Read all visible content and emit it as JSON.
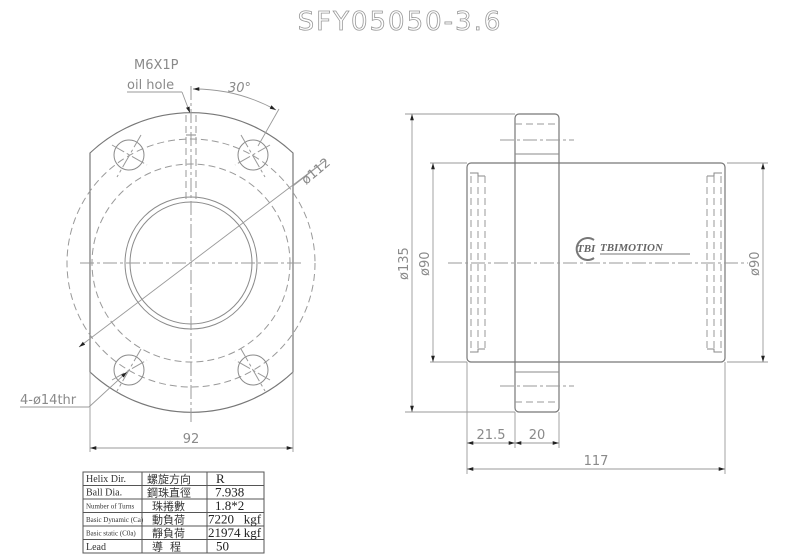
{
  "title": "SFY05050-3.6",
  "front_view": {
    "oil_hole_thread": "M6X1P",
    "oil_hole_label": "oil hole",
    "angle": "30°",
    "pcd": "ø112",
    "holes": "4-ø14thr",
    "width": "92"
  },
  "side_view": {
    "flange_dia": "ø135",
    "body_dia_left": "ø90",
    "body_dia_right": "ø90",
    "offset": "21.5",
    "flange_thickness": "20",
    "length": "117",
    "logo_mark": "TBI",
    "logo_text": "TBIMOTION"
  },
  "spec_table": {
    "rows": [
      {
        "en": "Helix  Dir.",
        "zh": "螺旋方向",
        "value": "R"
      },
      {
        "en": "Ball Dia.",
        "zh": "鋼珠直徑",
        "value": "7.938"
      },
      {
        "en": "Number of Turns",
        "zh": "珠捲數",
        "value": "1.8*2"
      },
      {
        "en": "Basic Dynamic (Ca)",
        "zh": "動負荷",
        "value": "7220   kgf"
      },
      {
        "en": "Basic static (C0a)",
        "zh": "靜負荷",
        "value": "21974 kgf"
      },
      {
        "en": "Lead",
        "zh": "導  程",
        "value": "50"
      }
    ]
  }
}
